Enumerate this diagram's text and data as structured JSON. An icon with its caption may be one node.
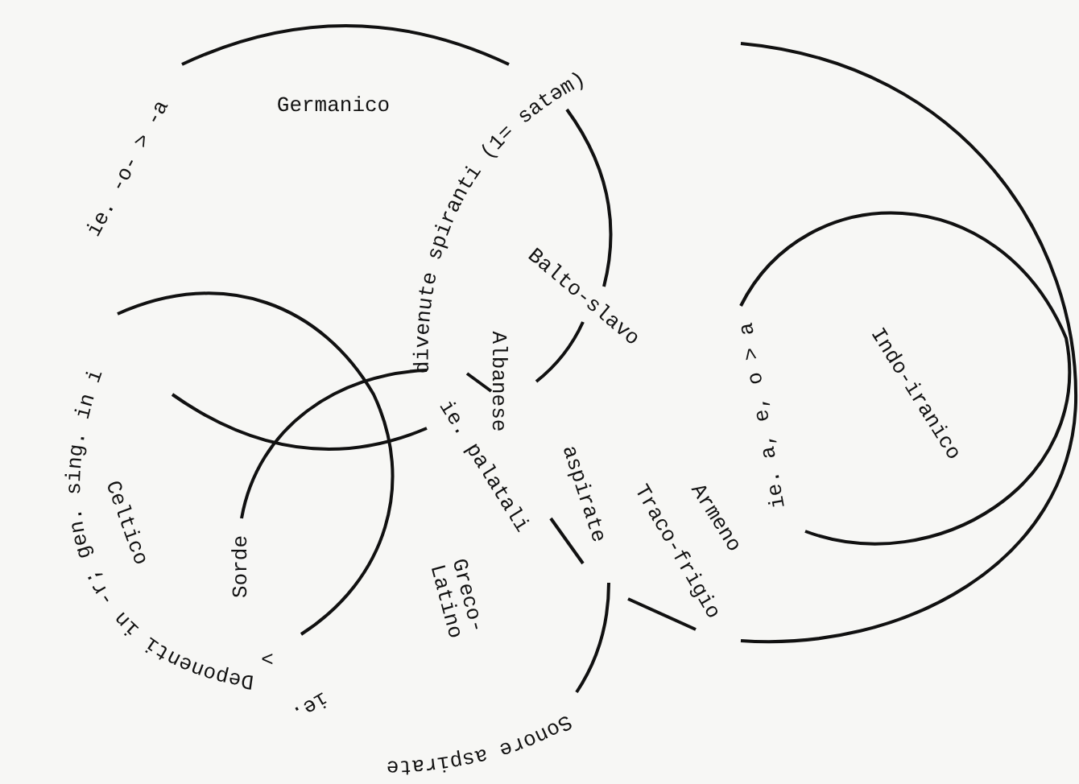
{
  "diagram": {
    "labels": [
      "Germanico",
      "ie. -o- > -a",
      "divenute spiranti (1= satəm)",
      "Balto-slavo",
      "Indo-iranico",
      "ie. a, e, o > a",
      "Albanese",
      "Celtico",
      "ie. palatali",
      "aspirate",
      "Armeno",
      "Traco-frigio",
      "Sorde",
      "Greco- Latino",
      "Deponenti in -r; gen. sing. in i",
      ">",
      "ie.",
      "Sonore aspirate"
    ]
  }
}
